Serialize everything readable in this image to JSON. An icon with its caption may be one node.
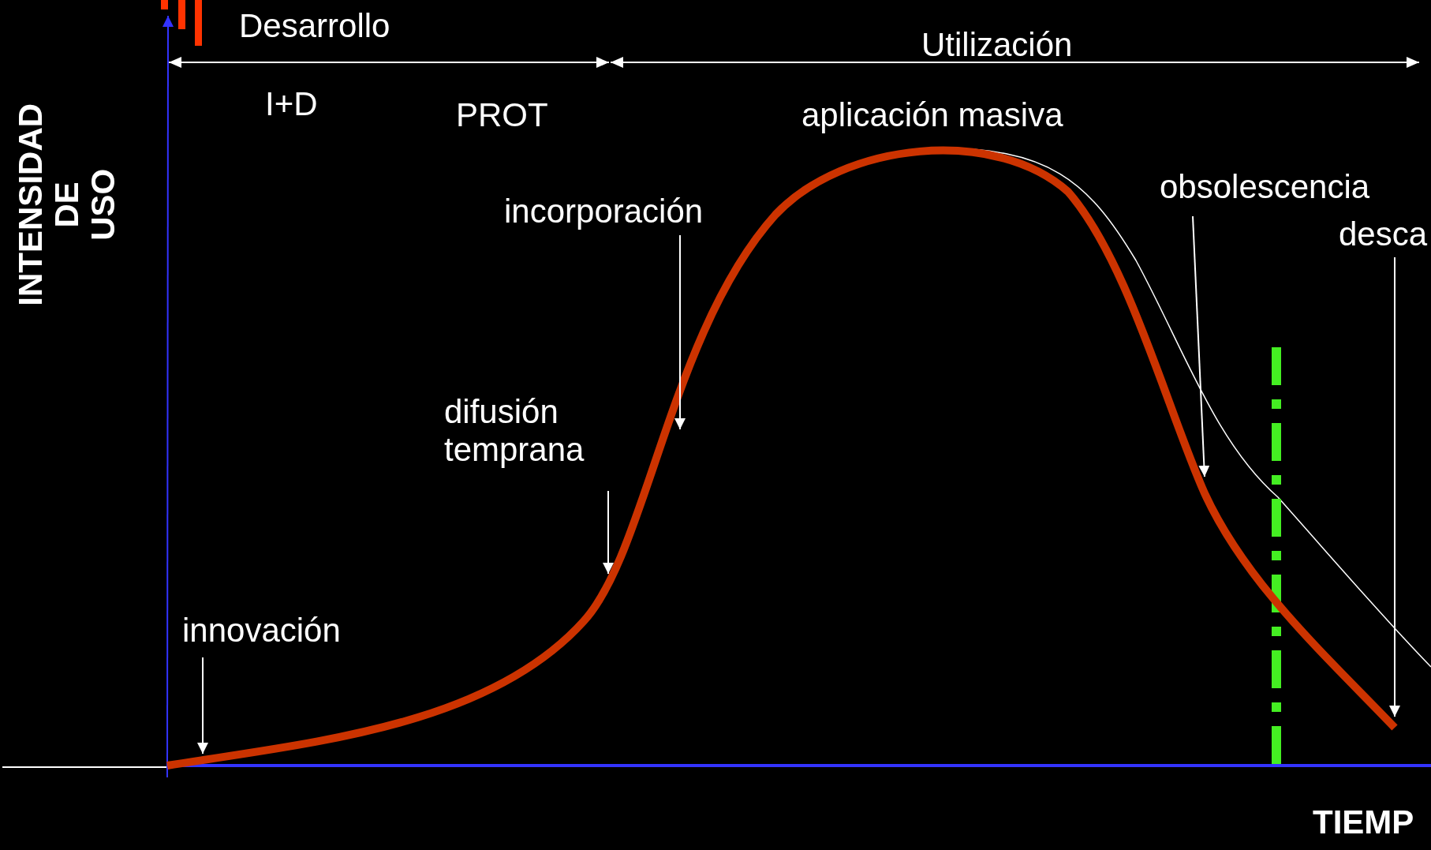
{
  "diagram": {
    "nodes": [
      {
        "text": [
          "innovación"
        ]
      },
      {
        "text": [
          "difusión temprana"
        ]
      },
      {
        "text": [
          "incorporación"
        ]
      },
      {
        "text": [
          "obsolescencia"
        ]
      },
      {
        "text": [
          "desca"
        ]
      }
    ],
    "edges": [
      {
        "from": 0,
        "to": null,
        "arrow": "to"
      },
      {
        "from": 1,
        "to": null,
        "arrow": "to"
      },
      {
        "from": 2,
        "to": null,
        "arrow": "to"
      },
      {
        "from": 3,
        "to": null,
        "arrow": "to"
      },
      {
        "from": 4,
        "to": null,
        "arrow": "to"
      }
    ],
    "labels": [
      "Desarrollo",
      "Utilización",
      "I+D",
      "PROT",
      "aplicación masiva",
      "INTENSIDAD DE USO",
      "TIEMP"
    ]
  }
}
